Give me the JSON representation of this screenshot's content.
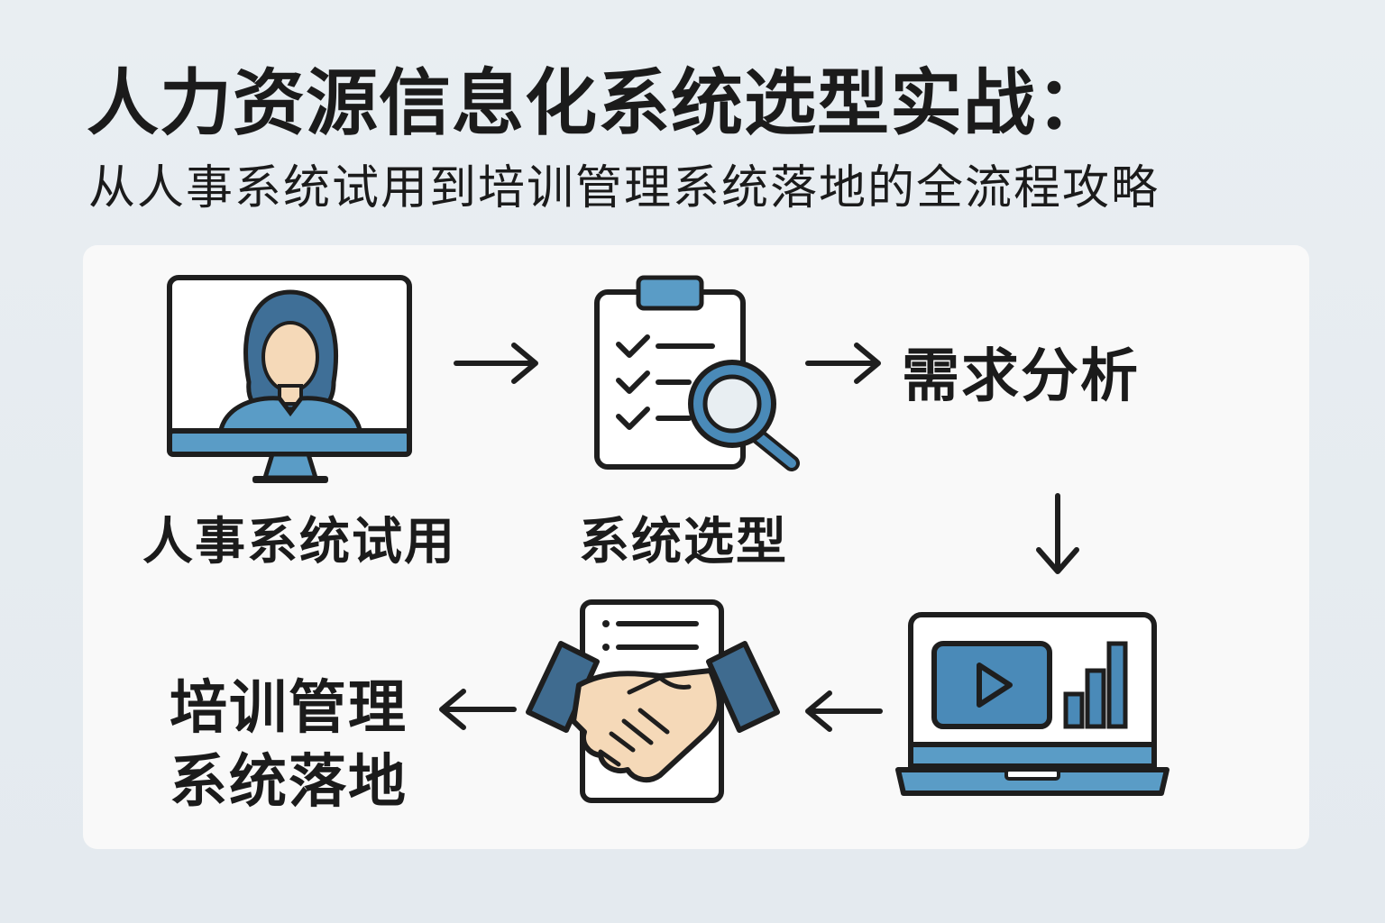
{
  "header": {
    "title": "人力资源信息化系统选型实战：",
    "subtitle": "从人事系统试用到培训管理系统落地的全流程攻略"
  },
  "flow": {
    "steps": [
      {
        "label": "人事系统试用",
        "icon": "person-monitor-icon"
      },
      {
        "label": "系统选型",
        "icon": "clipboard-search-icon"
      },
      {
        "label": "需求分析",
        "icon": ""
      },
      {
        "label": "",
        "icon": "laptop-video-chart-icon"
      },
      {
        "label": "",
        "icon": "handshake-document-icon"
      },
      {
        "label_line1": "培训管理",
        "label_line2": "系统落地",
        "icon": ""
      }
    ]
  },
  "colors": {
    "accent_blue": "#4a8ab8",
    "dark_blue": "#3f6b8f",
    "skin": "#f5d9b8",
    "outline": "#1e1e1e",
    "card_bg": "#f9f9f9",
    "page_bg": "#e6ecf0"
  }
}
